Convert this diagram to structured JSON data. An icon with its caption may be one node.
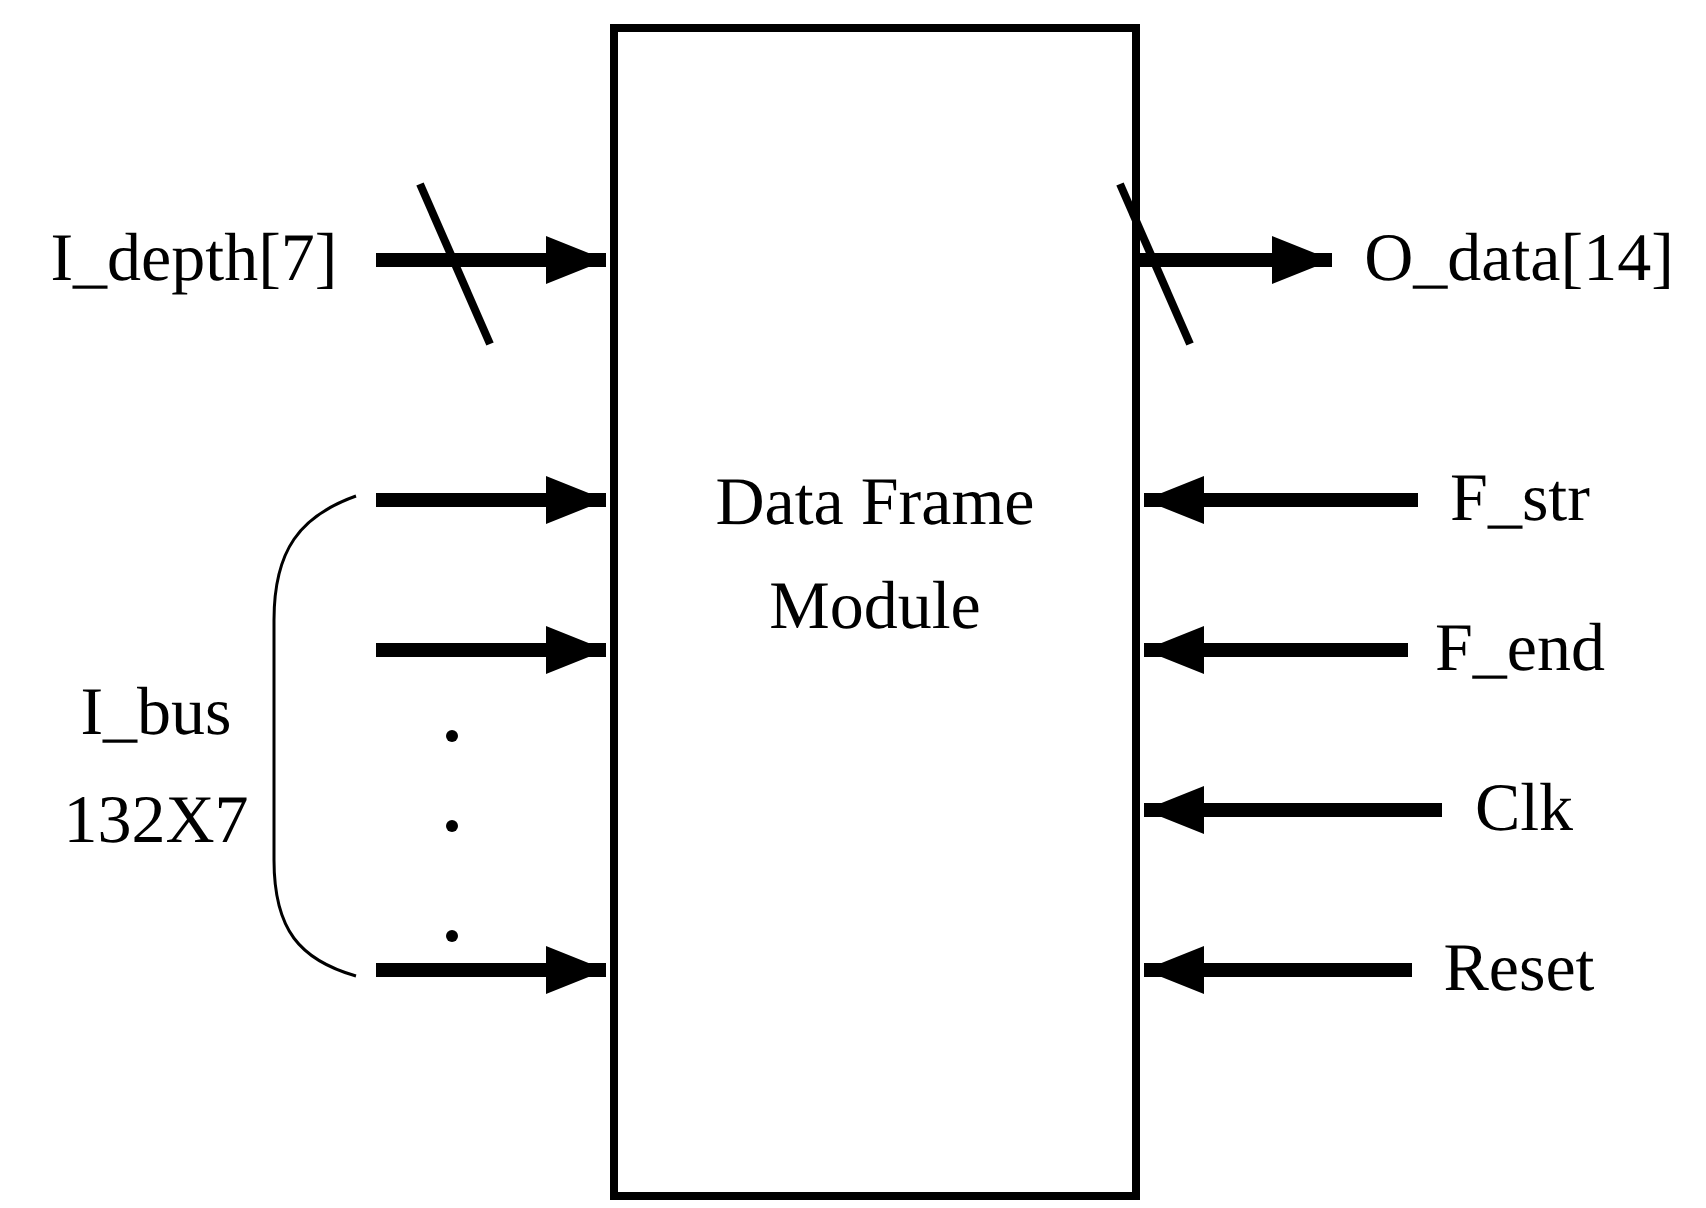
{
  "diagram": {
    "nodes": [
      {
        "text": [
          "Data Frame Module"
        ]
      },
      {
        "text": [
          "I_depth[7]"
        ]
      },
      {
        "text": [
          "O_data[14]"
        ]
      },
      {
        "text": [
          "F_str"
        ]
      },
      {
        "text": [
          "F_end"
        ]
      },
      {
        "text": [
          "Clk"
        ]
      },
      {
        "text": [
          "Reset"
        ]
      },
      {
        "text": [
          "I_bus 132X7"
        ]
      }
    ],
    "edges": [
      {
        "from": 1,
        "to": 0,
        "arrow": "to"
      },
      {
        "from": 0,
        "to": 2,
        "arrow": "to"
      },
      {
        "from": 7,
        "to": 0,
        "arrow": "to"
      },
      {
        "from": 7,
        "to": 0,
        "arrow": "to"
      },
      {
        "from": 7,
        "to": 0,
        "arrow": "to"
      },
      {
        "from": 3,
        "to": 0,
        "arrow": "to"
      },
      {
        "from": 4,
        "to": 0,
        "arrow": "to"
      },
      {
        "from": 5,
        "to": 0,
        "arrow": "to"
      },
      {
        "from": 6,
        "to": 0,
        "arrow": "to"
      }
    ]
  }
}
